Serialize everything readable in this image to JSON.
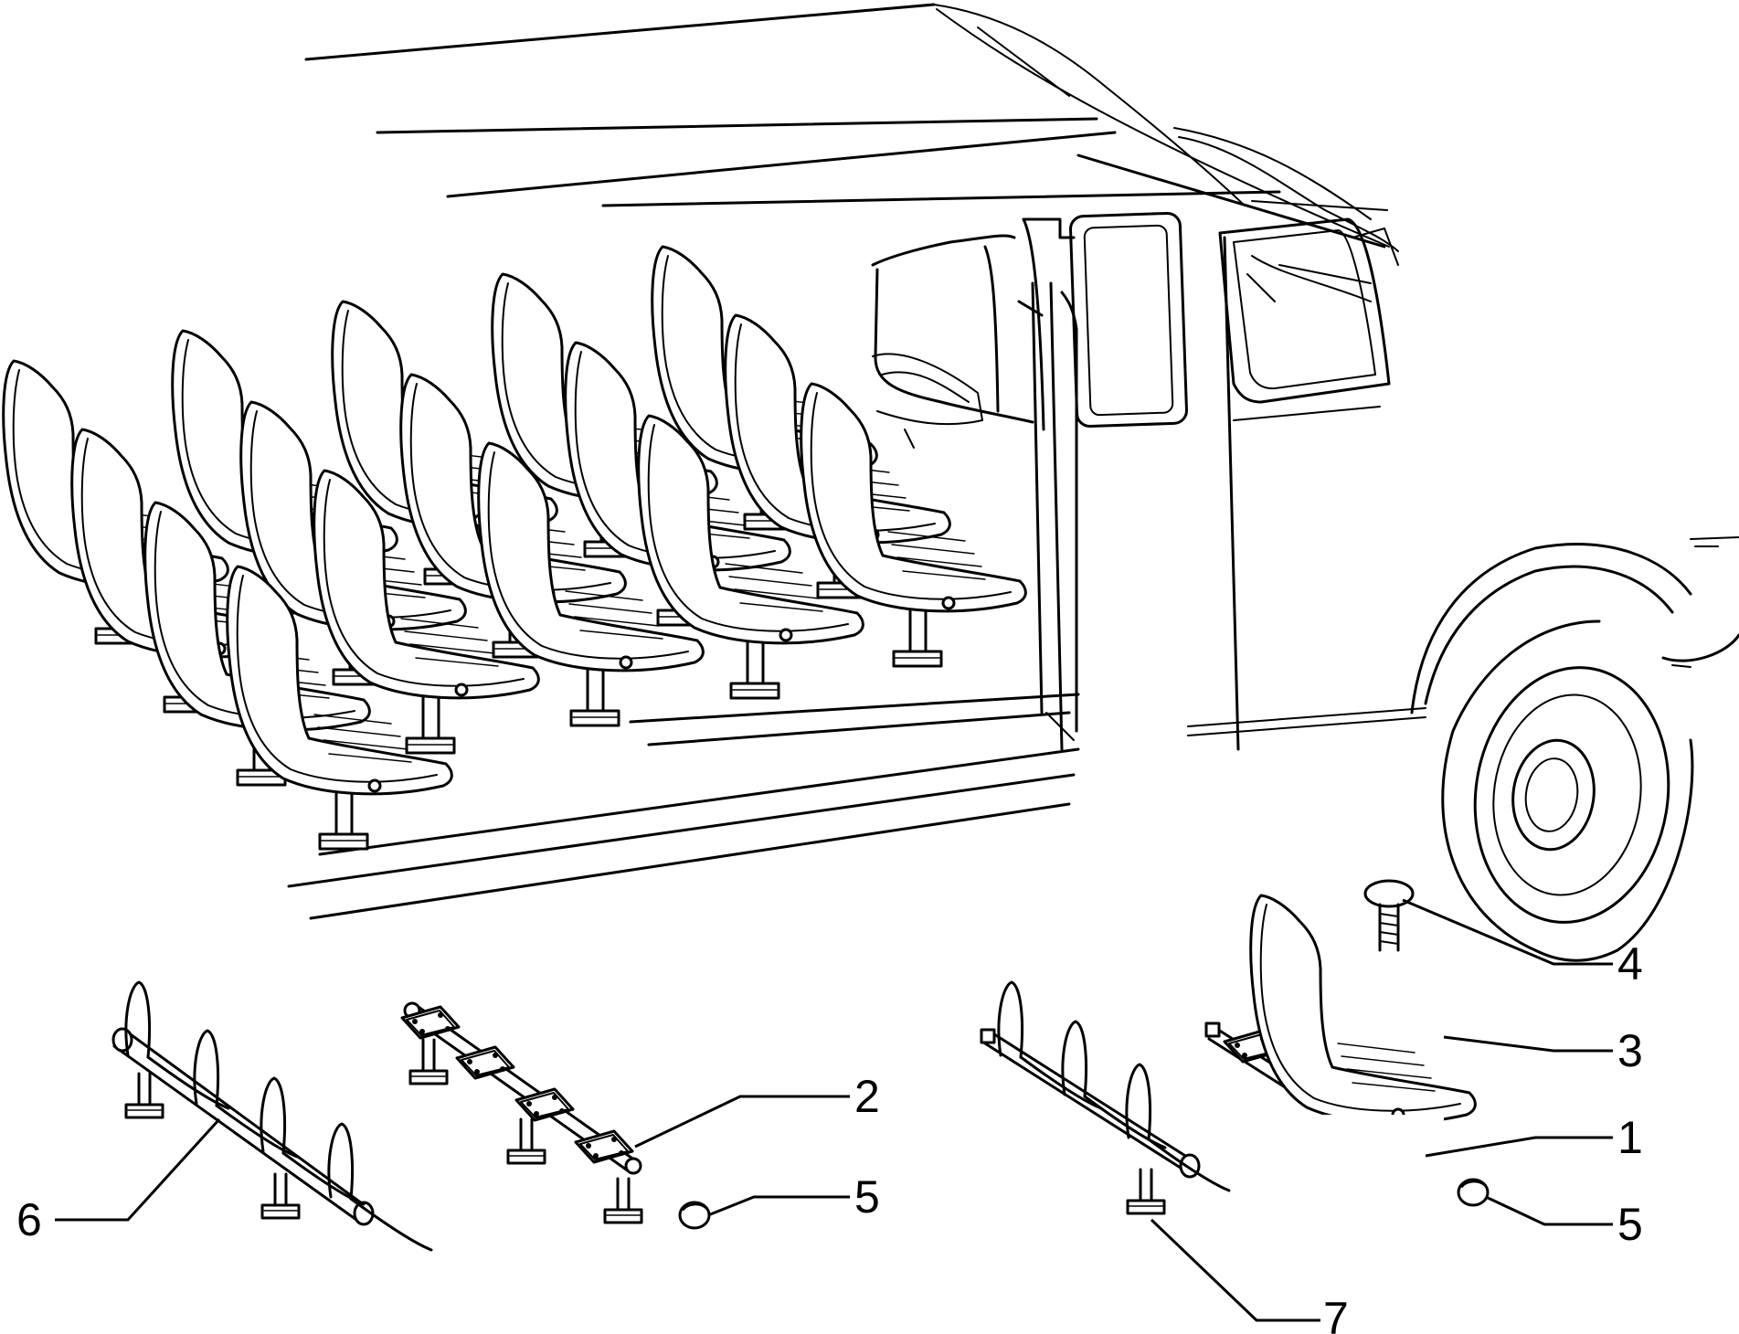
{
  "callouts": [
    {
      "id": "4",
      "label": "4",
      "part": "seat-bolt"
    },
    {
      "id": "3",
      "label": "3",
      "part": "seat-shell"
    },
    {
      "id": "2",
      "label": "2",
      "part": "double-seat-frame"
    },
    {
      "id": "1",
      "label": "1",
      "part": "single-seat-frame"
    },
    {
      "id": "5a",
      "label": "5",
      "part": "end-cap"
    },
    {
      "id": "5b",
      "label": "5",
      "part": "end-cap"
    },
    {
      "id": "6",
      "label": "6",
      "part": "backrest-frame"
    },
    {
      "id": "7",
      "label": "7",
      "part": "mounting-foot"
    }
  ]
}
